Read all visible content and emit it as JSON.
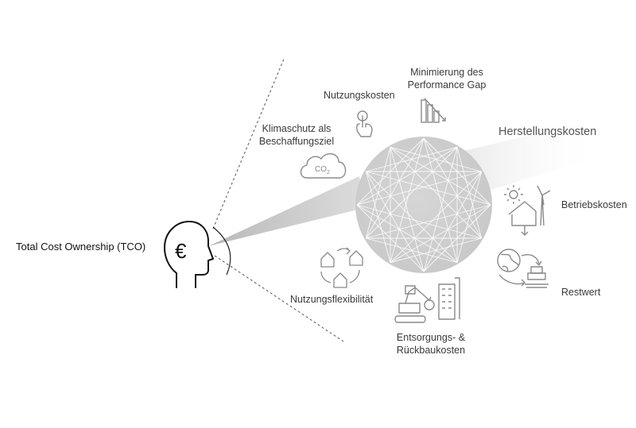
{
  "diagram": {
    "center_label": "Total Cost Ownership (TCO)",
    "euro_symbol": "€",
    "co2_text": "CO",
    "co2_sub": "2",
    "labels": {
      "nutzungskosten": "Nutzungskosten",
      "performance_gap_1": "Minimierung des",
      "performance_gap_2": "Performance Gap",
      "klimaschutz_1": "Klimaschutz als",
      "klimaschutz_2": "Beschaffungsziel",
      "herstellungskosten": "Herstellungskosten",
      "betriebskosten": "Betriebskosten",
      "restwert": "Restwert",
      "nutzungsflexibilitaet": "Nutzungsflexibilität",
      "entsorgung_1": "Entsorgungs- &",
      "entsorgung_2": "Rückbaukosten"
    },
    "colors": {
      "sphere": "#cfcfcf",
      "beam": "#c4c4c4",
      "icon_stroke": "#8a8a8a",
      "head_stroke": "#111111"
    }
  }
}
